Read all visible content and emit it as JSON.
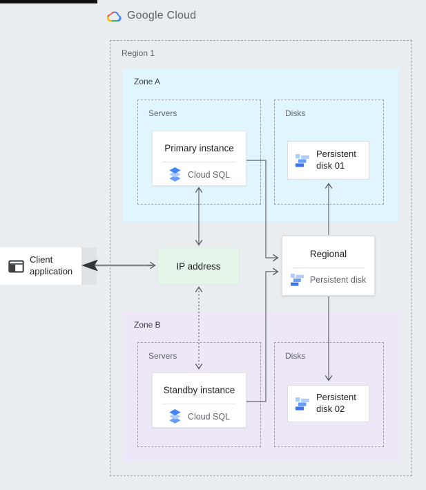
{
  "header": {
    "logo_text": "Google Cloud",
    "logo_icon": "google-cloud-logo-icon"
  },
  "region": {
    "label": "Region 1",
    "zone_a": {
      "label": "Zone A",
      "servers": {
        "label": "Servers",
        "instance": {
          "title": "Primary instance",
          "service": "Cloud SQL",
          "icon": "cloud-sql-icon"
        }
      },
      "disks": {
        "label": "Disks",
        "disk": {
          "title": "Persistent disk 01",
          "icon": "persistent-disk-icon"
        }
      }
    },
    "zone_b": {
      "label": "Zone B",
      "servers": {
        "label": "Servers",
        "instance": {
          "title": "Standby instance",
          "service": "Cloud SQL",
          "icon": "cloud-sql-icon"
        }
      },
      "disks": {
        "label": "Disks",
        "disk": {
          "title": "Persistent disk 02",
          "icon": "persistent-disk-icon"
        }
      }
    },
    "ip": {
      "label": "IP address"
    },
    "regional_disk": {
      "title": "Regional",
      "service": "Persistent disk",
      "icon": "persistent-disk-icon"
    }
  },
  "client": {
    "label": "Client application",
    "icon": "application-window-icon"
  },
  "colors": {
    "background": "#e9edf0",
    "zone_a_bg": "#e1f5fe",
    "zone_b_bg": "#ede7f7",
    "ip_bg": "#e6f4ea",
    "connector_line": "#5f6368",
    "google_red": "#ea4335",
    "google_yellow": "#fbbc04",
    "google_green": "#34a853",
    "google_blue": "#4285f4",
    "disk_blue_light": "#aecbfa",
    "disk_blue_mid": "#669df6",
    "disk_blue_dark": "#3b73e8"
  }
}
